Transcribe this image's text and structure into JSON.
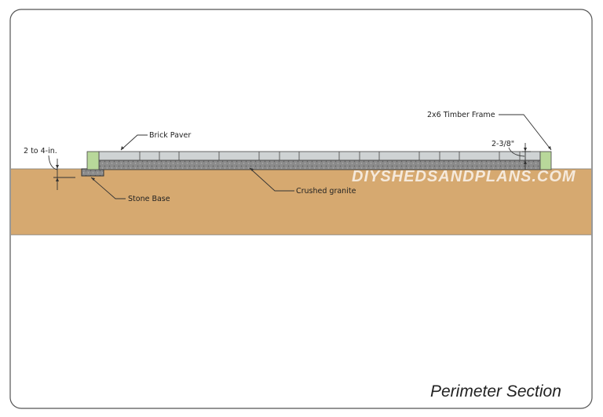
{
  "labels": {
    "brick_paver": "Brick Paver",
    "timber_frame": "2x6 Timber Frame",
    "paver_thickness": "2-3/8\"",
    "depth": "2 to 4-in.",
    "stone_base": "Stone Base",
    "crushed_granite": "Crushed granite"
  },
  "watermark": "DIYSHEDSANDPLANS.COM",
  "title": "Perimeter Section",
  "colors": {
    "ground": "#d6a970",
    "timber": "#b8d89a",
    "paver": "#cfd3d4",
    "gravel": "#8a8a8a"
  }
}
